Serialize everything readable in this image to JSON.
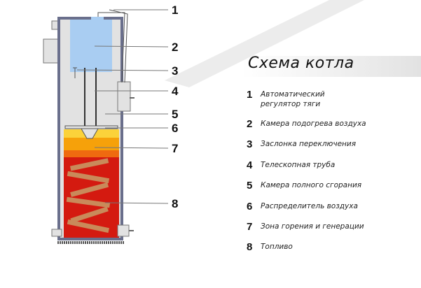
{
  "title": "Схема котла",
  "labels": [
    "1",
    "2",
    "3",
    "4",
    "5",
    "6",
    "7",
    "8"
  ],
  "legend": [
    {
      "num": "1",
      "text": "Автоматический регулятор тяги"
    },
    {
      "num": "2",
      "text": "Камера подогрева воздуха"
    },
    {
      "num": "3",
      "text": "Заслонка переключения"
    },
    {
      "num": "4",
      "text": "Телескопная труба"
    },
    {
      "num": "5",
      "text": "Камера полного сгорания"
    },
    {
      "num": "6",
      "text": "Распределитель воздуха"
    },
    {
      "num": "7",
      "text": "Зона горения и генерации"
    },
    {
      "num": "8",
      "text": "Топливо"
    }
  ],
  "colors": {
    "wall": "#6a6f8c",
    "body": "#e2e2e2",
    "air": "#a9cdf2",
    "fire": "#d41a10",
    "flame": "#f6a10a",
    "wood": "#c98a5a"
  }
}
